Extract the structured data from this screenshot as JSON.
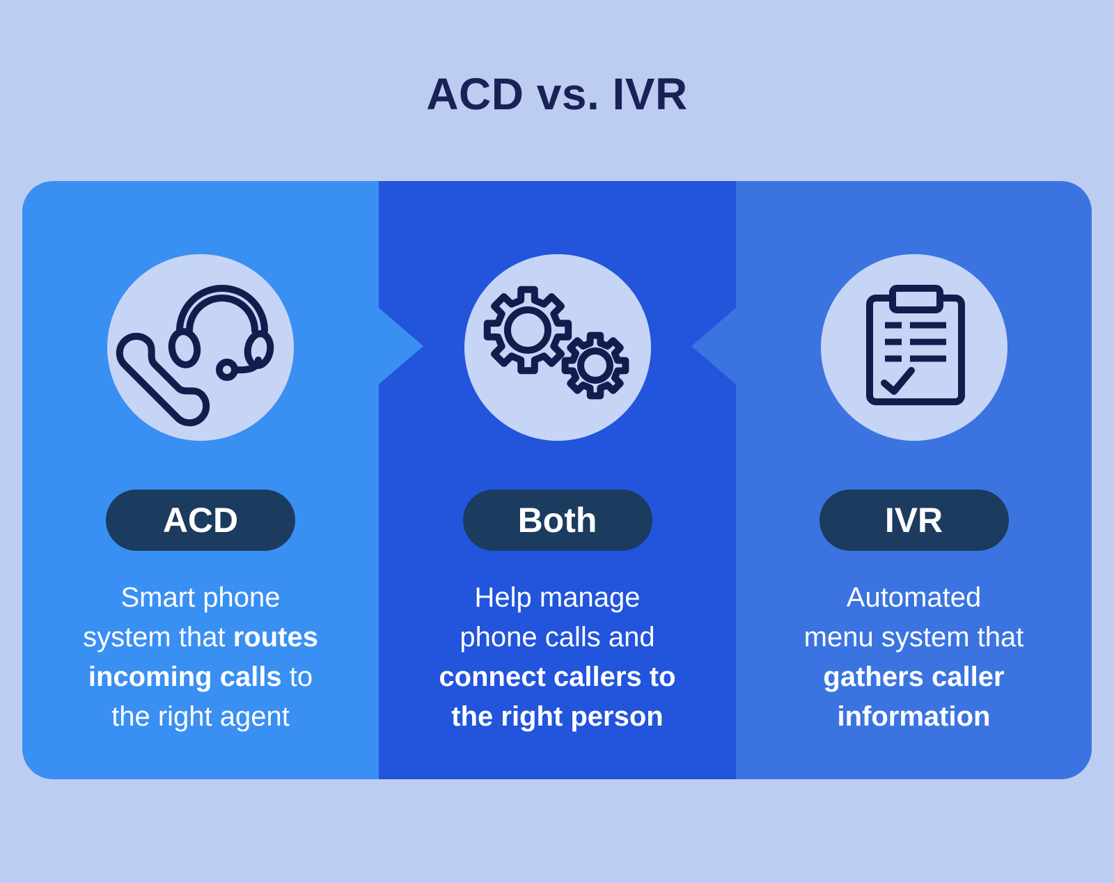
{
  "title": "ACD vs. IVR",
  "colors": {
    "background": "#BDCDF1",
    "title_text": "#1A2156",
    "card_acd": "#3A8FF2",
    "card_both": "#2254DC",
    "card_ivr": "#3B74E1",
    "badge_background": "#1B3B5F",
    "icon_circle": "#C6D5F6",
    "icon_stroke": "#141C4D",
    "body_text": "#FFFFFF"
  },
  "cards": [
    {
      "badge": "ACD",
      "icon": "headset-phone-icon",
      "description_lines": [
        [
          {
            "t": "Smart phone",
            "b": false
          }
        ],
        [
          {
            "t": "system that ",
            "b": false
          },
          {
            "t": "routes",
            "b": true
          }
        ],
        [
          {
            "t": "incoming calls",
            "b": true
          },
          {
            "t": " to",
            "b": false
          }
        ],
        [
          {
            "t": "the right agent",
            "b": false
          }
        ]
      ]
    },
    {
      "badge": "Both",
      "icon": "gears-icon",
      "description_lines": [
        [
          {
            "t": "Help manage",
            "b": false
          }
        ],
        [
          {
            "t": "phone calls and",
            "b": false
          }
        ],
        [
          {
            "t": "connect callers to",
            "b": true
          }
        ],
        [
          {
            "t": "the right person",
            "b": true
          }
        ]
      ]
    },
    {
      "badge": "IVR",
      "icon": "clipboard-checklist-icon",
      "description_lines": [
        [
          {
            "t": "Automated",
            "b": false
          }
        ],
        [
          {
            "t": "menu system that",
            "b": false
          }
        ],
        [
          {
            "t": "gathers caller",
            "b": true
          }
        ],
        [
          {
            "t": "information",
            "b": true
          }
        ]
      ]
    }
  ]
}
